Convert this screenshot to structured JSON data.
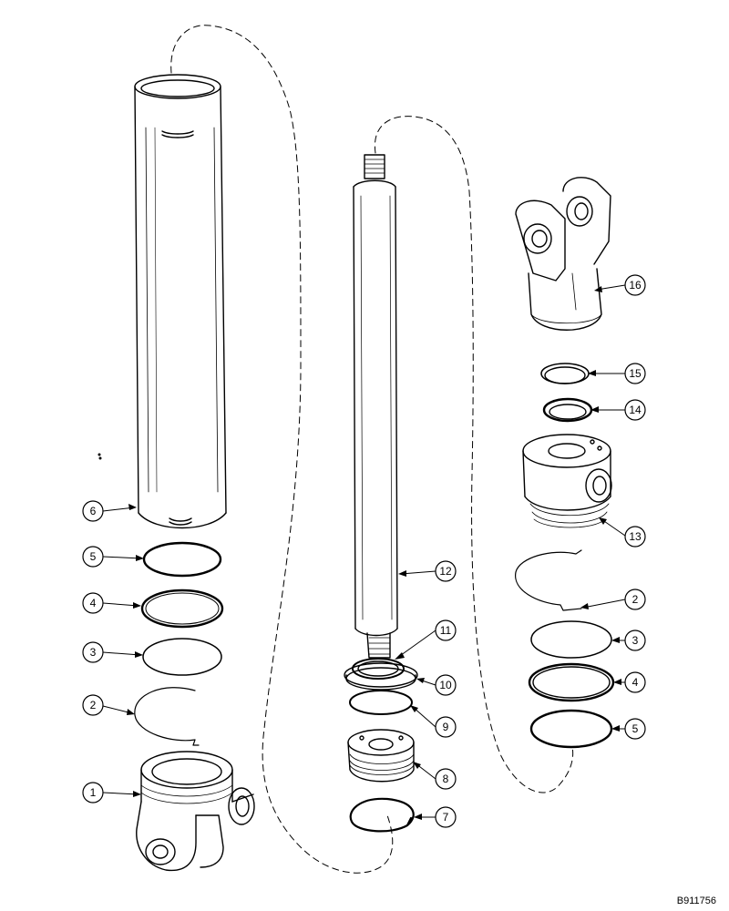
{
  "figure_ref": "B911756",
  "callouts": [
    {
      "id": "c6",
      "num": "6",
      "part": "cylinder-tube"
    },
    {
      "id": "c5a",
      "num": "5",
      "part": "backup-ring"
    },
    {
      "id": "c4a",
      "num": "4",
      "part": "seal-ring"
    },
    {
      "id": "c3a",
      "num": "3",
      "part": "o-ring"
    },
    {
      "id": "c2a",
      "num": "2",
      "part": "retaining-wire"
    },
    {
      "id": "c1",
      "num": "1",
      "part": "cylinder-base"
    },
    {
      "id": "c12",
      "num": "12",
      "part": "piston-rod"
    },
    {
      "id": "c11",
      "num": "11",
      "part": "rod-seal"
    },
    {
      "id": "c10",
      "num": "10",
      "part": "wiper-seal"
    },
    {
      "id": "c9",
      "num": "9",
      "part": "o-ring"
    },
    {
      "id": "c8",
      "num": "8",
      "part": "gland"
    },
    {
      "id": "c7",
      "num": "7",
      "part": "retaining-ring"
    },
    {
      "id": "c16",
      "num": "16",
      "part": "rod-eye"
    },
    {
      "id": "c15",
      "num": "15",
      "part": "wear-ring"
    },
    {
      "id": "c14",
      "num": "14",
      "part": "piston-seal"
    },
    {
      "id": "c13",
      "num": "13",
      "part": "piston"
    },
    {
      "id": "c2b",
      "num": "2",
      "part": "retaining-wire"
    },
    {
      "id": "c3b",
      "num": "3",
      "part": "o-ring"
    },
    {
      "id": "c4b",
      "num": "4",
      "part": "seal-ring"
    },
    {
      "id": "c5b",
      "num": "5",
      "part": "backup-ring"
    }
  ]
}
